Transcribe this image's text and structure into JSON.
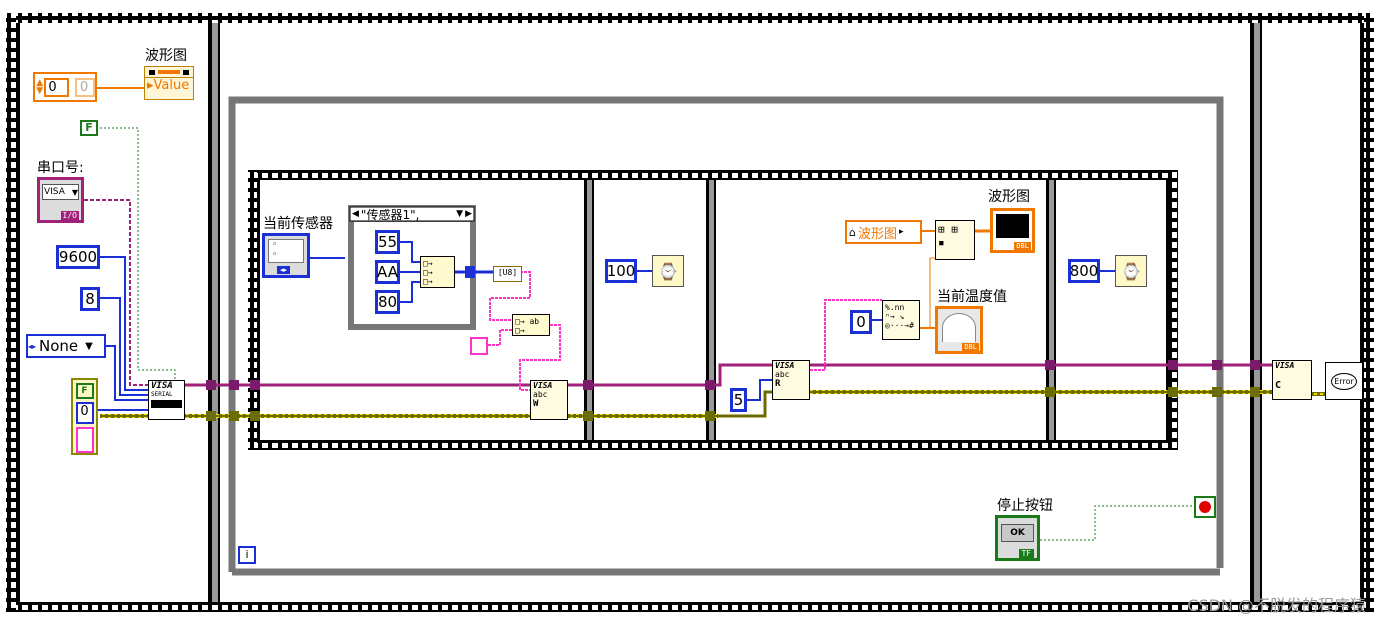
{
  "labels": {
    "waveform_top": "波形图",
    "waveform_value": "Value",
    "serial_port": "串口号:",
    "current_sensor": "当前传感器",
    "waveform_right": "波形图",
    "current_temp": "当前温度值",
    "stop_button": "停止按钮"
  },
  "constants": {
    "index_zero": "0",
    "index_display": "0",
    "bool_false": "F",
    "visa_resource": "VISA",
    "baud": "9600",
    "data_bits": "8",
    "parity": "None",
    "cluster_bool": "F",
    "cluster_num": "0",
    "case_selector": "\"传感器1\",",
    "byte_55": "55",
    "byte_aa": "AA",
    "byte_80": "80",
    "wait_100": "100",
    "wait_800": "800",
    "read_count": "5",
    "zero_const": "0",
    "property_node": "波形图",
    "ok_button": "OK",
    "tf": "TF",
    "iteration": "i",
    "error_handler": "Error"
  },
  "vi_text": {
    "serial_visa": "VISA",
    "serial_word": "SERIAL",
    "u8": "U8",
    "visa_write": "VISA",
    "abc": "abc",
    "w": "W",
    "visa_read": "VISA",
    "r": "R",
    "visa_close": "VISA",
    "c": "C",
    "dbl": "DBL",
    "io": "I/O"
  },
  "colors": {
    "wire_visa": "#a0207a",
    "wire_error": "#6a6a00",
    "wire_num": "#1a2fd6",
    "wire_orange": "#f07800",
    "wire_bool": "#1a7a1a",
    "wire_pink": "#ff33cc",
    "frame_gray": "#777777"
  },
  "watermark": "CSDN @不脱发的程序猿"
}
